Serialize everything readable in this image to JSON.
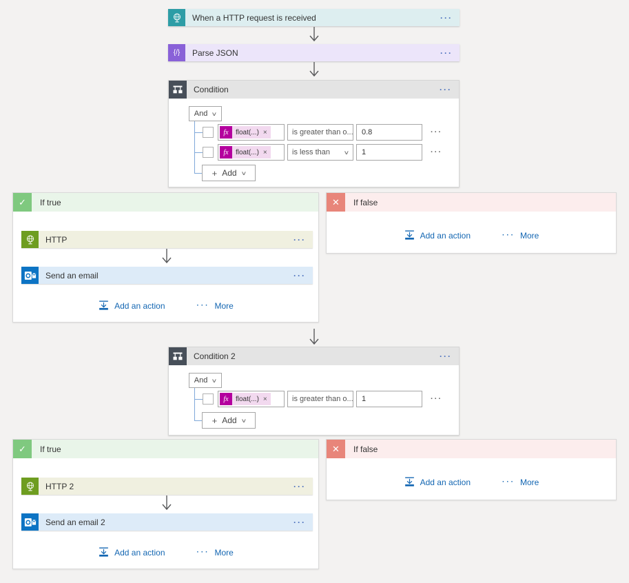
{
  "trigger": {
    "title": "When a HTTP request is received"
  },
  "parse": {
    "title": "Parse JSON"
  },
  "condition1": {
    "title": "Condition",
    "join": "And",
    "rows": [
      {
        "operand": "float(...)",
        "operator": "is greater than o...",
        "value": "0.8"
      },
      {
        "operand": "float(...)",
        "operator": "is less than",
        "value": "1"
      }
    ]
  },
  "condition2": {
    "title": "Condition 2",
    "join": "And",
    "rows": [
      {
        "operand": "float(...)",
        "operator": "is greater than o...",
        "value": "1"
      }
    ]
  },
  "branches": {
    "true1": {
      "title": "If true",
      "actions": [
        {
          "title": "HTTP"
        },
        {
          "title": "Send an email"
        }
      ]
    },
    "false1": {
      "title": "If false"
    },
    "true2": {
      "title": "If true",
      "actions": [
        {
          "title": "HTTP 2"
        },
        {
          "title": "Send an email 2"
        }
      ]
    },
    "false2": {
      "title": "If false"
    }
  },
  "labels": {
    "menu_dots": "···",
    "more_dots": "···",
    "add_action": "Add an action",
    "more": "More",
    "add": "Add",
    "plus": "+",
    "chevron": "∨",
    "fx": "fx",
    "remove_x": "×",
    "parse_glyph": "{/}"
  },
  "icons": {
    "check": "✓",
    "cross": "✕"
  },
  "colors": {
    "canvas_bg": "#f3f2f1",
    "trigger_icon": "#2d9da6",
    "trigger_bg": "#ddeef0",
    "parse_icon": "#8961d8",
    "parse_bg": "#ece5fa",
    "condition_icon": "#474f59",
    "condition_header_bg": "#e4e4e4",
    "true_icon": "#7fc97f",
    "true_header_bg": "#e9f5e9",
    "false_icon": "#e8857a",
    "false_header_bg": "#fceded",
    "http_icon": "#6e9d20",
    "http_bg": "#f0f0e0",
    "email_icon": "#0d74c4",
    "email_bg": "#ddebf8",
    "fx_icon": "#b4009e",
    "fx_pill_bg": "#f2d9ef",
    "link": "#1366b2",
    "connector": "#7fa8d9",
    "arrow": "#58595b"
  }
}
